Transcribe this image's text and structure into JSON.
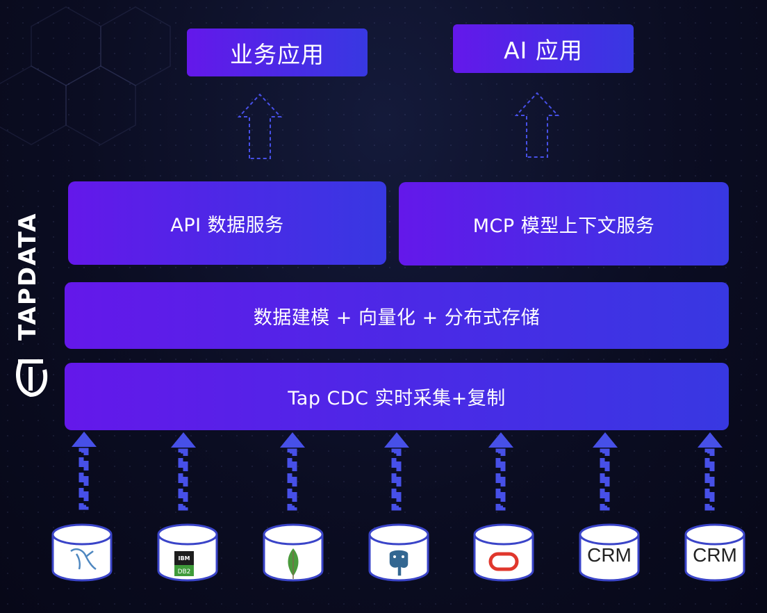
{
  "top": {
    "business_app": "业务应用",
    "ai_app": "AI 应用"
  },
  "services": {
    "api": "API 数据服务",
    "mcp": "MCP 模型上下文服务"
  },
  "layers": {
    "modeling": "数据建模 + 向量化 + 分布式存储",
    "cdc": "Tap CDC 实时采集+复制"
  },
  "logo": {
    "brand": "TAPDATA"
  },
  "sources": [
    {
      "icon": "mysql-dolphin-icon"
    },
    {
      "icon": "ibm-db2-icon",
      "label_line1": "IBM",
      "label_line2": "DB2"
    },
    {
      "icon": "mongodb-leaf-icon"
    },
    {
      "icon": "postgresql-elephant-icon"
    },
    {
      "icon": "oracle-ring-icon"
    },
    {
      "icon": "crm-text",
      "label": "CRM"
    },
    {
      "icon": "crm-text",
      "label": "CRM"
    }
  ],
  "colors": {
    "box_start": "#6418ea",
    "box_end": "#3838e2",
    "arrow": "#4750e8",
    "background": "#0b0d22"
  }
}
